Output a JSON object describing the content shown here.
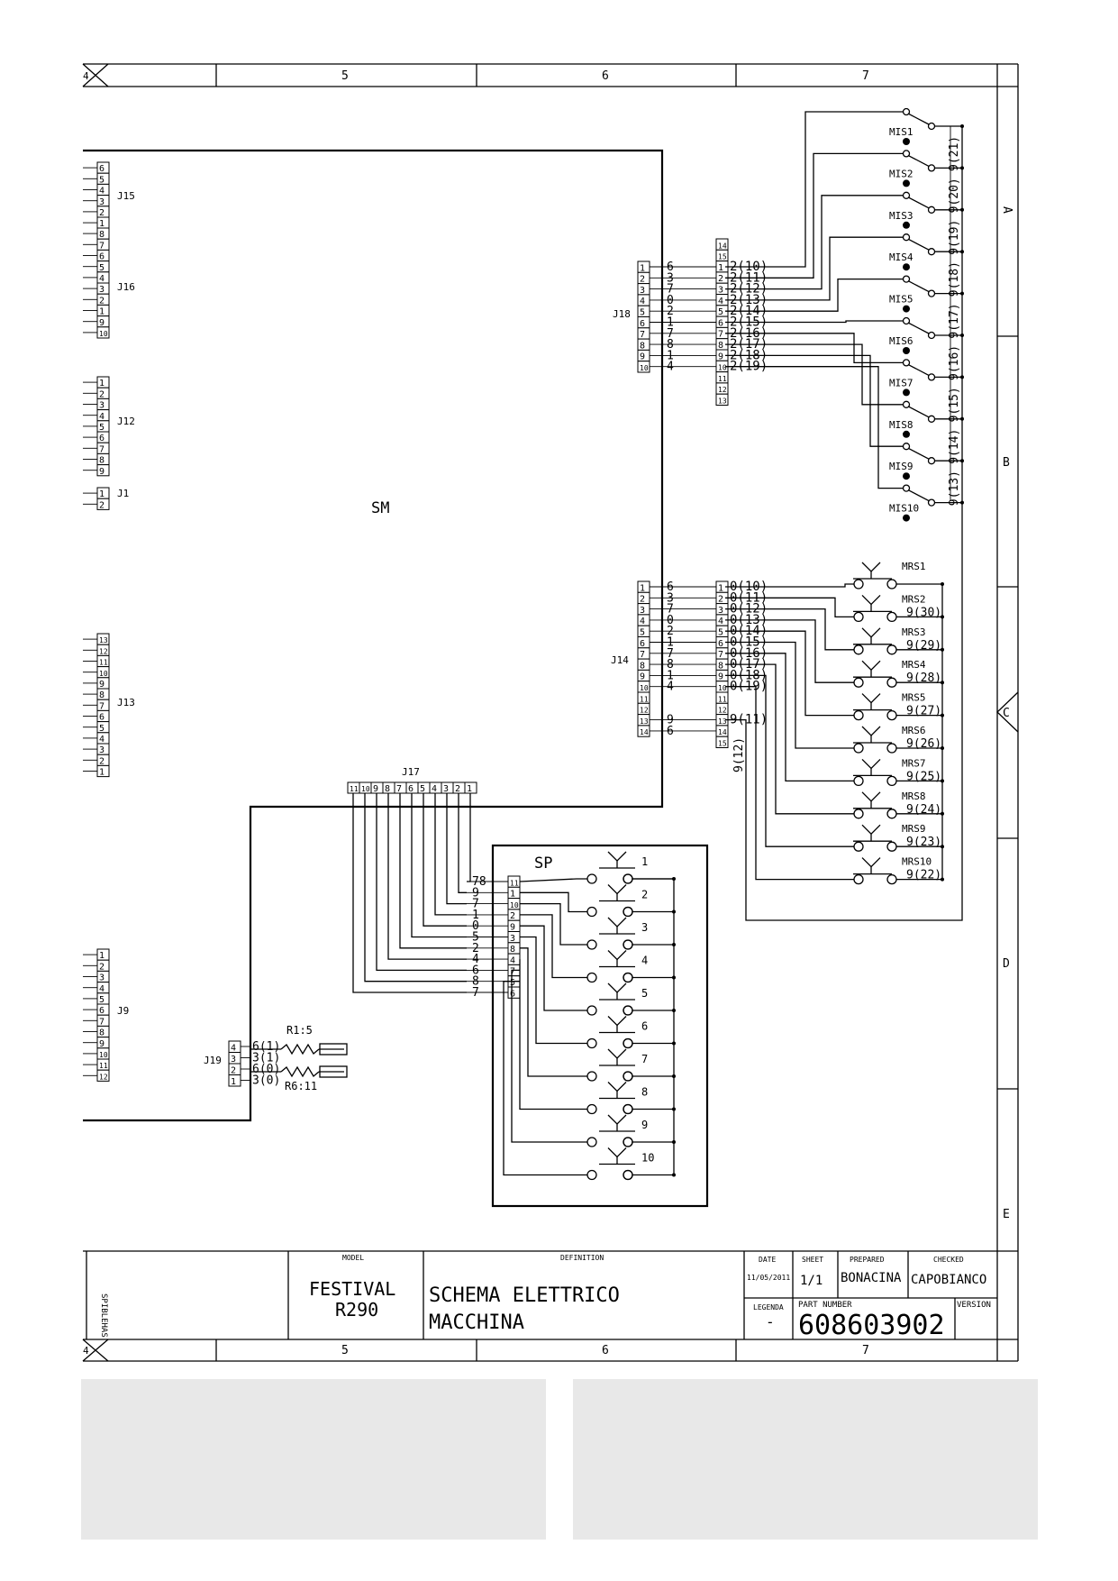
{
  "frame": {
    "columns": [
      "4",
      "5",
      "6",
      "7"
    ],
    "rows": [
      "A",
      "B",
      "C",
      "D",
      "E"
    ]
  },
  "board": {
    "label": "SM"
  },
  "connectors": {
    "J15": {
      "label": "J15",
      "pins": [
        "6",
        "5",
        "4",
        "3",
        "2",
        "1"
      ]
    },
    "J16": {
      "label": "J16",
      "pins": [
        "8",
        "7",
        "6",
        "5",
        "4",
        "3",
        "2",
        "1",
        "9",
        "10"
      ]
    },
    "J12": {
      "label": "J12",
      "pins": [
        "1",
        "2",
        "3",
        "4",
        "5",
        "6",
        "7",
        "8",
        "9"
      ]
    },
    "J1": {
      "label": "J1",
      "pins": [
        "1",
        "2"
      ]
    },
    "J13": {
      "label": "J13",
      "pins": [
        "13",
        "12",
        "11",
        "10",
        "9",
        "8",
        "7",
        "6",
        "5",
        "4",
        "3",
        "2",
        "1"
      ]
    },
    "J9": {
      "label": "J9",
      "pins": [
        "1",
        "2",
        "3",
        "4",
        "5",
        "6",
        "7",
        "8",
        "9",
        "10",
        "11",
        "12"
      ]
    },
    "J19": {
      "label": "J19",
      "pins": [
        "4",
        "3",
        "2",
        "1"
      ],
      "wires": [
        "6(1)",
        "3(1)",
        "6(0)",
        "3(0)"
      ]
    },
    "J17": {
      "label": "J17",
      "pins": [
        "11",
        "10",
        "9",
        "8",
        "7",
        "6",
        "5",
        "4",
        "3",
        "2",
        "1"
      ]
    },
    "J18": {
      "label": "J18",
      "pins": [
        "1",
        "2",
        "3",
        "4",
        "5",
        "6",
        "7",
        "8",
        "9",
        "10"
      ],
      "wire_nums": [
        "6",
        "3",
        "7",
        "0",
        "2",
        "1",
        "7",
        "8",
        "1",
        "4"
      ],
      "remote_pins": [
        "14",
        "15",
        "1",
        "2",
        "3",
        "4",
        "5",
        "6",
        "7",
        "8",
        "9",
        "10",
        "11",
        "12",
        "13"
      ],
      "remote_labels": [
        "2(10)",
        "2(11)",
        "2(12)",
        "2(13)",
        "2(14)",
        "2(15)",
        "2(16)",
        "2(17)",
        "2(18)",
        "2(19)"
      ]
    },
    "J14": {
      "label": "J14",
      "pins": [
        "1",
        "2",
        "3",
        "4",
        "5",
        "6",
        "7",
        "8",
        "9",
        "10",
        "11",
        "12",
        "13",
        "14"
      ],
      "wire_nums": [
        "6",
        "3",
        "7",
        "0",
        "2",
        "1",
        "7",
        "8",
        "1",
        "4",
        "",
        "",
        "9",
        "6"
      ],
      "remote_pins": [
        "1",
        "2",
        "3",
        "4",
        "5",
        "6",
        "7",
        "8",
        "9",
        "10",
        "11",
        "12",
        "13",
        "14",
        "15"
      ],
      "remote_labels": [
        "0(10)",
        "0(11)",
        "0(12)",
        "0(13)",
        "0(14)",
        "0(15)",
        "0(16)",
        "0(17)",
        "0(18)",
        "0(19)",
        "",
        "",
        "9(11)"
      ],
      "vertical_label": "9(12)"
    }
  },
  "resistors": [
    {
      "label": "R1:5"
    },
    {
      "label": "R6:11"
    }
  ],
  "mis_switches": {
    "labels": [
      "MIS1",
      "MIS2",
      "MIS3",
      "MIS4",
      "MIS5",
      "MIS6",
      "MIS7",
      "MIS8",
      "MIS9",
      "MIS10"
    ],
    "right_labels": [
      "9(21)",
      "9(20)",
      "9(19)",
      "9(18)",
      "9(17)",
      "9(16)",
      "9(15)",
      "9(14)",
      "9(13)"
    ]
  },
  "mrs_switches": {
    "labels": [
      "MRS1",
      "MRS2",
      "MRS3",
      "MRS4",
      "MRS5",
      "MRS6",
      "MRS7",
      "MRS8",
      "MRS9",
      "MRS10"
    ],
    "right_labels": [
      "",
      "9(30)",
      "9(29)",
      "9(28)",
      "9(27)",
      "9(26)",
      "9(25)",
      "9(24)",
      "9(23)",
      "9(22)"
    ]
  },
  "sp": {
    "label": "SP",
    "pins": [
      "11",
      "1",
      "10",
      "2",
      "9",
      "3",
      "8",
      "4",
      "7",
      "5",
      "6"
    ],
    "wire_nums": [
      "78",
      "9",
      "7",
      "1",
      "0",
      "5",
      "2",
      "4",
      "6",
      "8",
      "7"
    ],
    "button_numbers": [
      "1",
      "2",
      "3",
      "4",
      "5",
      "6",
      "7",
      "8",
      "9",
      "10"
    ]
  },
  "title_block": {
    "model_header": "MODEL",
    "model": "FESTIVAL",
    "model2": "R290",
    "definition_header": "DEFINITION",
    "definition": "SCHEMA ELETTRICO",
    "definition2": "MACCHINA",
    "date_header": "DATE",
    "date": "11/05/2011",
    "sheet_header": "SHEET",
    "sheet": "1/1",
    "prepared_header": "PREPARED",
    "prepared": "BONACINA",
    "checked_header": "CHECKED",
    "checked": "CAPOBIANCO",
    "legenda_header": "LEGENDA",
    "legenda": "-",
    "partnumber_header": "PART NUMBER",
    "partnumber": "608603902",
    "version_header": "VERSION",
    "side_text": "SPIBLEHAS"
  }
}
